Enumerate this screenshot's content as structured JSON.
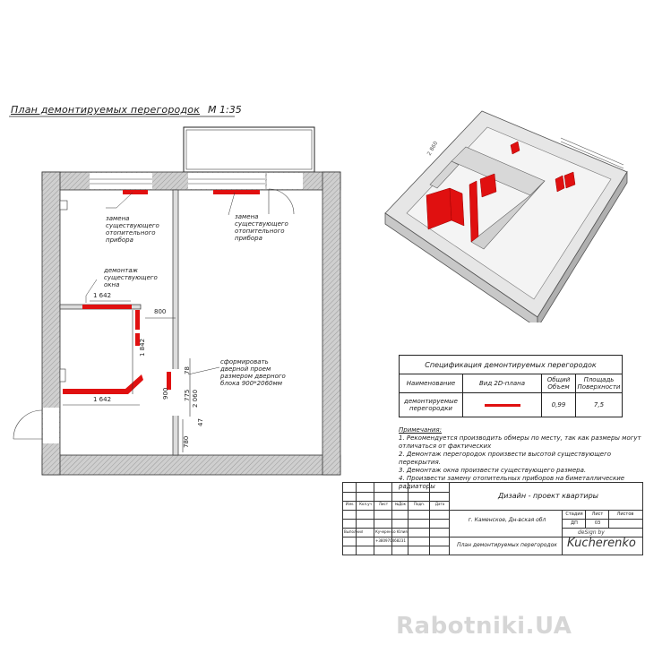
{
  "plan": {
    "title": "План демонтируемых перегородок",
    "scale": "М 1:35",
    "notes": {
      "radiator_left": "замена существующего отопительного прибора",
      "radiator_right": "замена существующего отопительного прибора",
      "window_demolition": "демонтаж существующего окна",
      "doorway": "сформировать дверной проем размером дверного блока 900*2060мм"
    },
    "dimensions": {
      "d1": "1 642",
      "d2": "800",
      "d3": "1 842",
      "d4": "1 642",
      "d5": "78",
      "d6": "775",
      "d7": "2 060",
      "d8": "900",
      "d9": "47",
      "d10": "780",
      "d11": "2 860"
    }
  },
  "spec": {
    "title": "Спецификация демонтируемых перегородок",
    "headers": [
      "Наименование",
      "Вид 2D-плана",
      "Общий Объем",
      "Площадь Поверхности"
    ],
    "row": {
      "name": "демонтируемые перегородки",
      "volume": "0,99",
      "area": "7,5"
    }
  },
  "notes": {
    "heading": "Примечания:",
    "items": [
      "1. Рекомендуется производить обмеры по месту, так как размеры могут отличаться от фактических",
      "2. Демонтаж перегородок произвести высотой существующего перекрытия.",
      "3. Демонтаж окна произвести существующего размера.",
      "4. Произвести замену отопительных приборов на биметаллические радиаторы"
    ]
  },
  "title_block": {
    "project": "Дизайн - проект квартиры",
    "address": "г. Каменское, Дн-вская обл",
    "sheet_title": "План демонтируемых перегородок",
    "stage_label": "Стадия",
    "sheet_label": "Лист",
    "sheets_label": "Листов",
    "stage": "ДП",
    "sheet": "03",
    "cols": [
      "Изм.",
      "Кол.уч",
      "Лист",
      "№Док",
      "Подп.",
      "Дата"
    ],
    "performer_label": "Выполнил",
    "performer": "Кучеренко Юлия",
    "phone": "+380970468231",
    "logo_small": "deSign by",
    "logo_big": "Kucherenko"
  },
  "watermark": "Rabotniki.UA",
  "colors": {
    "accent": "#e01010",
    "wall": "#bdbdbd"
  }
}
